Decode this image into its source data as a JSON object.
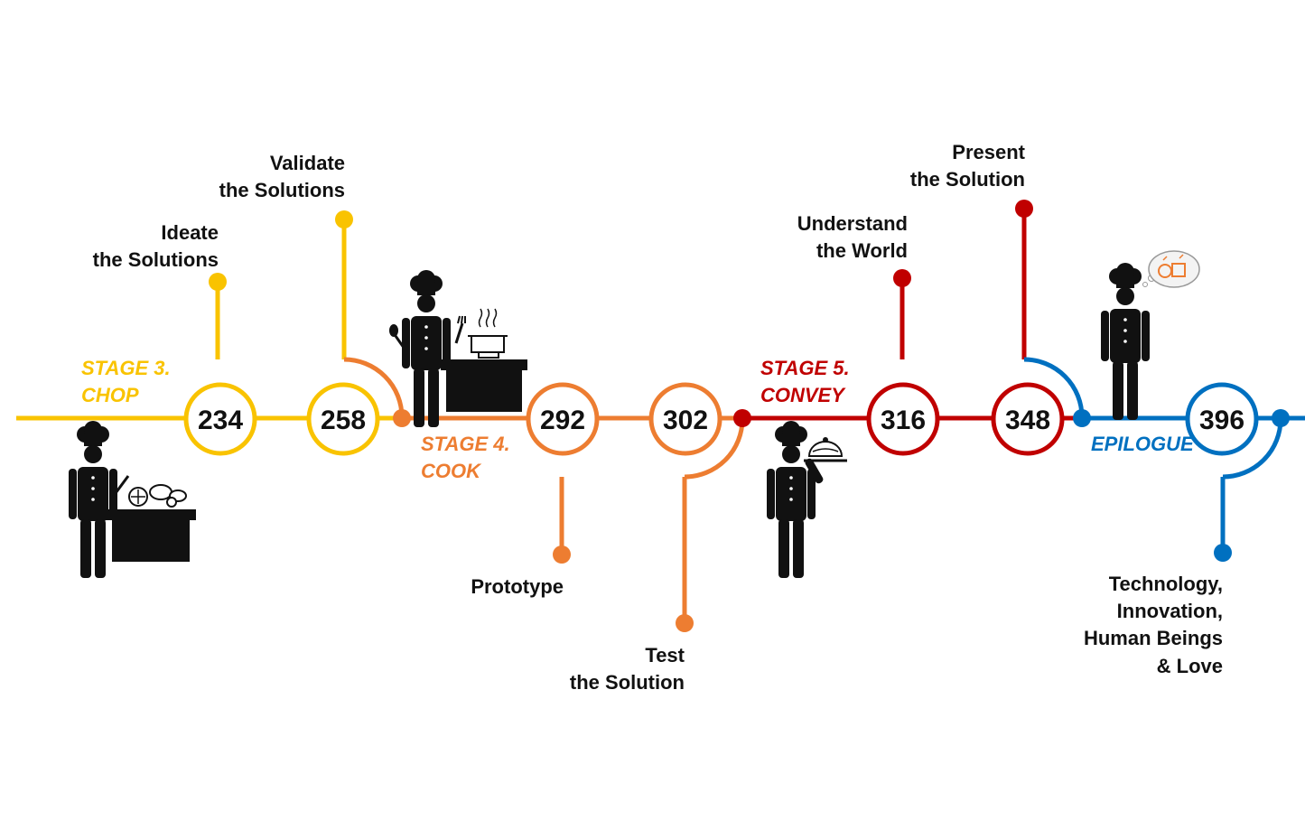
{
  "colors": {
    "stage3": "#F9C300",
    "stage4": "#ED7D31",
    "stage5": "#C00000",
    "epilogue": "#0070C0",
    "figure": "#111111"
  },
  "stages": {
    "stage3_line1": "STAGE 3.",
    "stage3_line2": "CHOP",
    "stage4_line1": "STAGE 4.",
    "stage4_line2": "COOK",
    "stage5_line1": "STAGE 5.",
    "stage5_line2": "CONVEY",
    "epilogue": "EPILOGUE"
  },
  "nodes": [
    "234",
    "258",
    "292",
    "302",
    "316",
    "348",
    "396"
  ],
  "labels": {
    "ideate_1": "Ideate",
    "ideate_2": "the Solutions",
    "validate_1": "Validate",
    "validate_2": "the Solutions",
    "prototype": "Prototype",
    "test_1": "Test",
    "test_2": "the Solution",
    "understand_1": "Understand",
    "understand_2": "the World",
    "present_1": "Present",
    "present_2": "the Solution",
    "tech_1": "Technology,",
    "tech_2": "Innovation,",
    "tech_3": "Human Beings",
    "tech_4": "& Love"
  },
  "icons": [
    "chef-chopping-icon",
    "chef-cooking-icon",
    "chef-serving-icon",
    "chef-thinking-icon"
  ]
}
